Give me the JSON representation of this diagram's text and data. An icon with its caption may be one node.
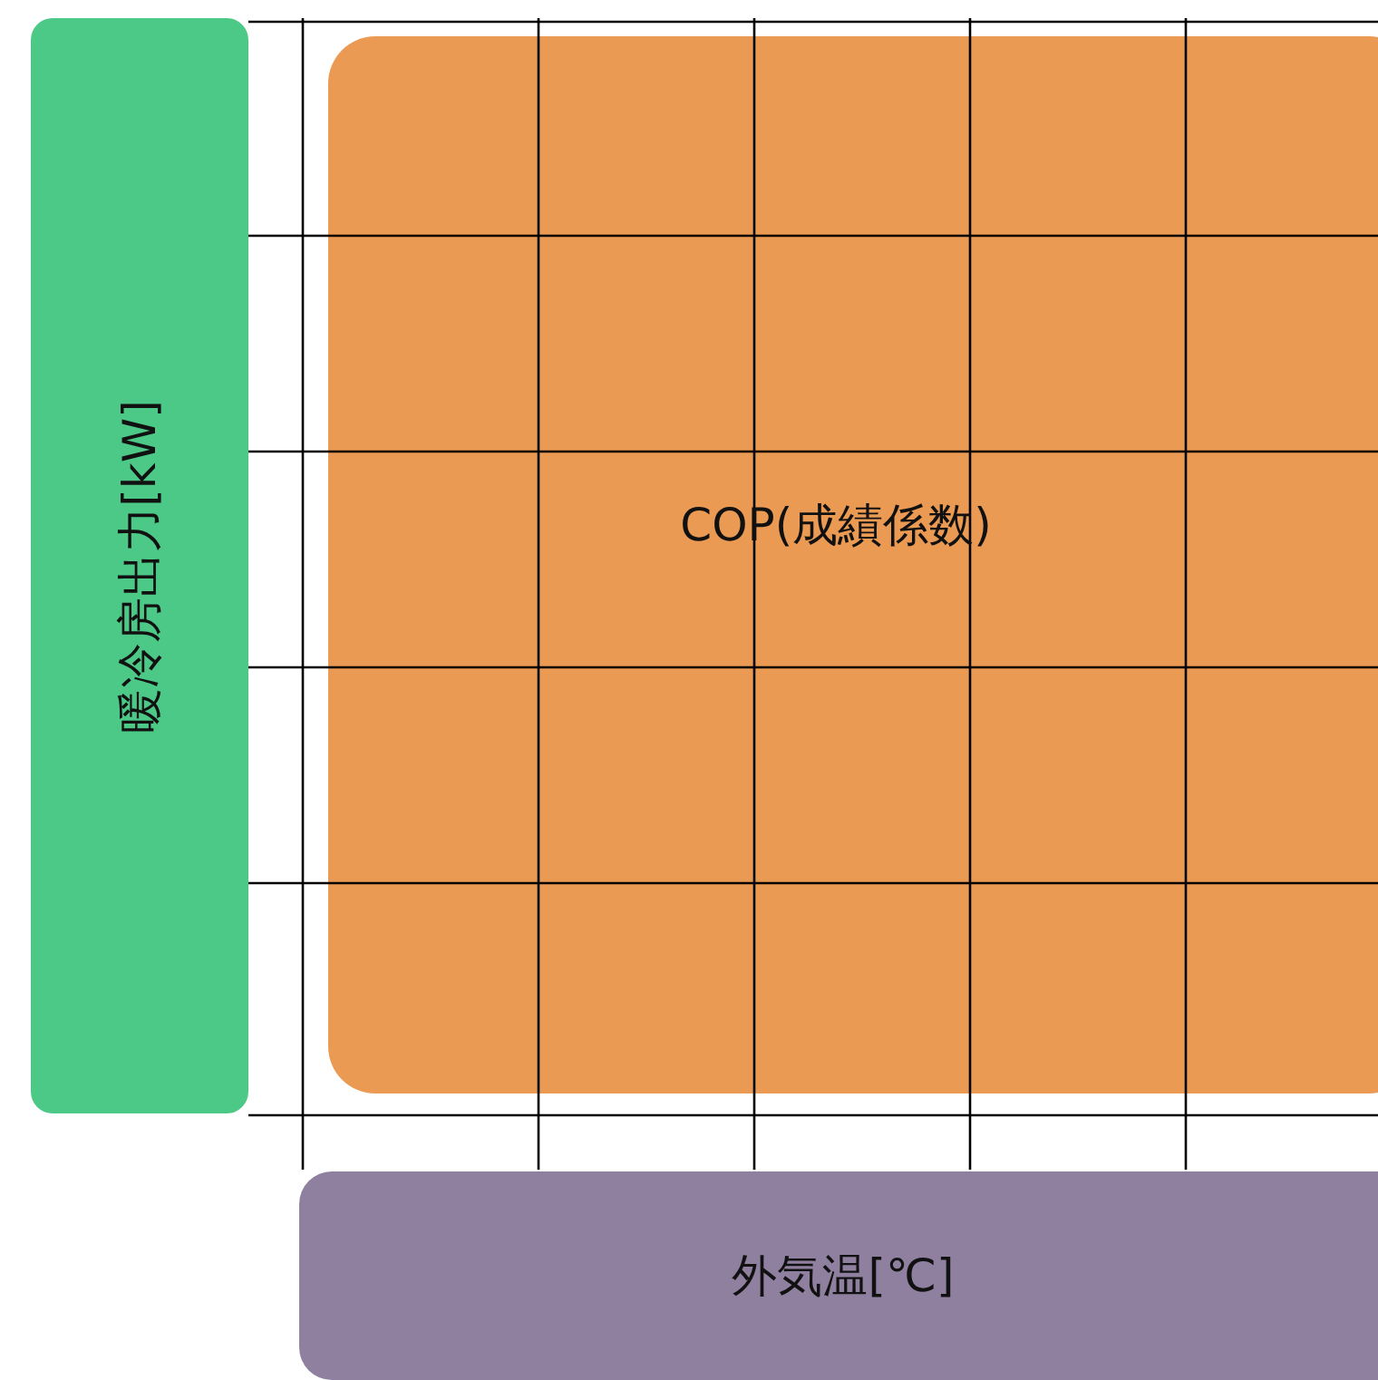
{
  "diagram": {
    "nodes": [
      {
        "text": [
          "暖冷房出力[kW]"
        ]
      },
      {
        "text": [
          "COP(成績係数)"
        ]
      },
      {
        "text": [
          "外気温[℃]"
        ]
      }
    ]
  }
}
